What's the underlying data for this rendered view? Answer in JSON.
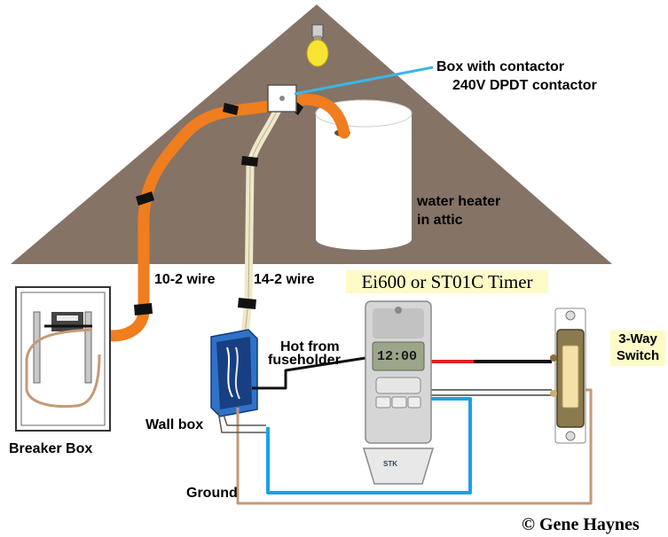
{
  "labels": {
    "box_with_contactor": "Box with contactor",
    "contactor_240v": "240V DPDT contactor",
    "water_heater_line1": "water heater",
    "water_heater_line2": "in attic",
    "wire_10_2": "10-2 wire",
    "wire_14_2": "14-2 wire",
    "timer_title": "Ei600 or ST01C Timer",
    "hot_from_line1": "Hot from",
    "hot_from_line2": "fuseholder",
    "three_way_line1": "3-Way",
    "three_way_line2": "Switch",
    "wall_box": "Wall box",
    "breaker_box": "Breaker Box",
    "ground": "Ground",
    "copyright": "© Gene Haynes",
    "lcd_time": "12:00"
  },
  "colors": {
    "attic": "#857366",
    "cable_10_2": "#f07d1e",
    "cable_14_2": "#efe8c8",
    "ground_wire": "#c49a78",
    "traveler_blue": "#1aa0e6",
    "hot_red": "#e02020",
    "hot_black": "#111111",
    "wall_box_blue": "#2f72c8",
    "switch_body": "#8a7a4e",
    "label_highlight": "#fdfbc8"
  }
}
